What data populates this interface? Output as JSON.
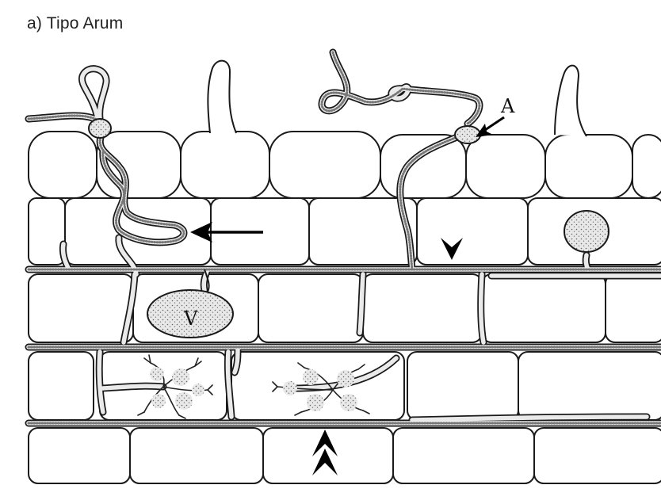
{
  "title": "a) Tipo Arum",
  "labels": {
    "appressorium": "A",
    "vesicle": "V"
  }
}
